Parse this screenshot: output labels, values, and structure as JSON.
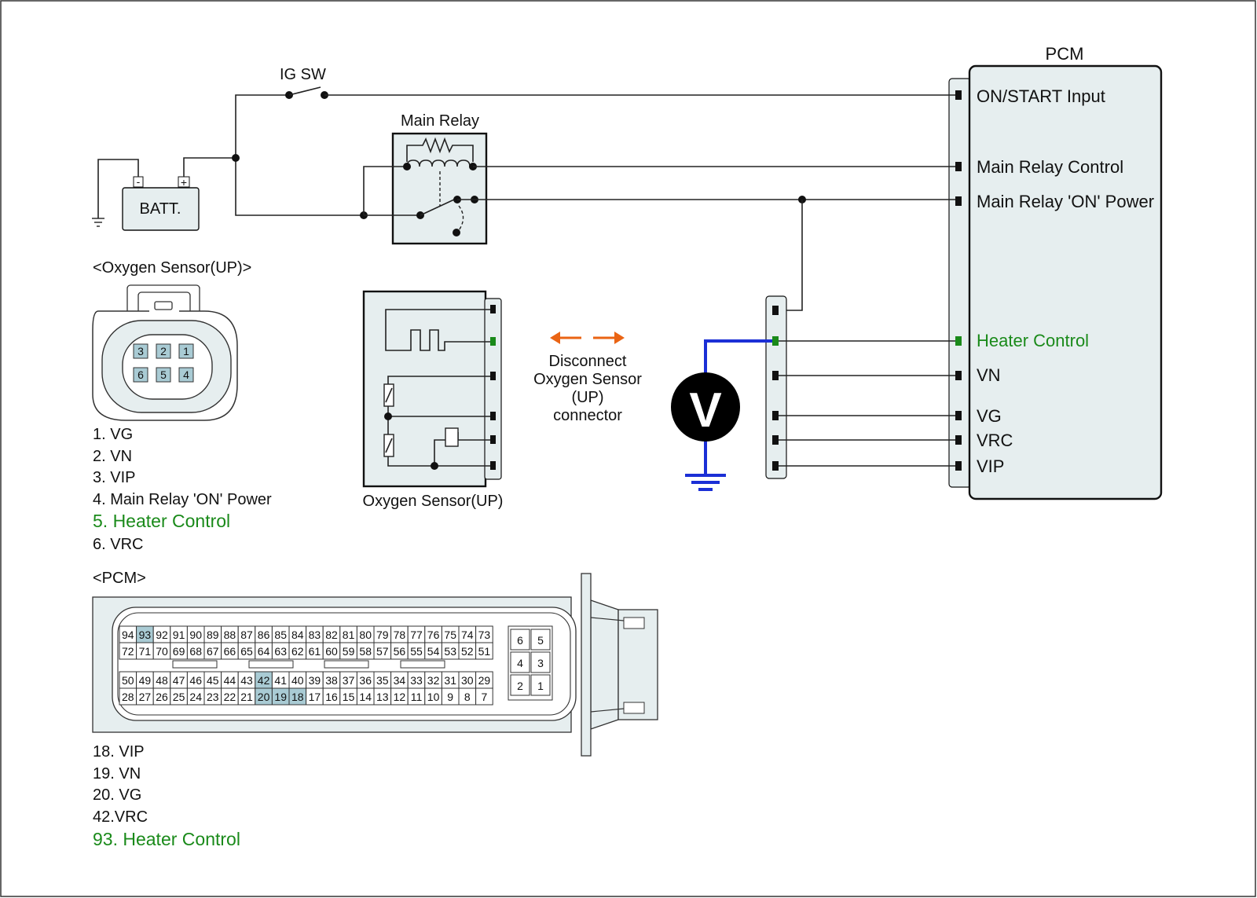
{
  "colors": {
    "panel_fill": "#e6eeef",
    "highlight_pin": "#a9cbd4",
    "heater_green": "#1a8a1a",
    "meter_wire": "#1b2fd6",
    "arrow_orange": "#ea6414"
  },
  "circuit": {
    "ig_sw": "IG SW",
    "main_relay": "Main Relay",
    "battery": "BATT.",
    "battery_neg": "-",
    "battery_pos": "+",
    "pcm_title": "PCM",
    "meter_symbol": "V",
    "pcm_pins": {
      "on_start": "ON/START Input",
      "relay_control": "Main Relay Control",
      "relay_power": "Main Relay 'ON' Power",
      "heater": "Heater Control",
      "vn": "VN",
      "vg": "VG",
      "vrc": "VRC",
      "vip": "VIP"
    },
    "sensor_label": "Oxygen Sensor(UP)",
    "instruction": [
      "Disconnect",
      "Oxygen Sensor",
      "(UP)",
      "connector"
    ]
  },
  "o2_connector": {
    "title": "<Oxygen Sensor(UP)>",
    "top_pins": [
      "3",
      "2",
      "1"
    ],
    "bottom_pins": [
      "6",
      "5",
      "4"
    ],
    "legend": [
      "1. VG",
      "2. VN",
      "3. VIP",
      "4. Main Relay 'ON' Power",
      "5. Heater Control",
      "6. VRC"
    ]
  },
  "pcm_connector": {
    "title": "<PCM>",
    "row1": [
      "94",
      "93",
      "92",
      "91",
      "90",
      "89",
      "88",
      "87",
      "86",
      "85",
      "84",
      "83",
      "82",
      "81",
      "80",
      "79",
      "78",
      "77",
      "76",
      "75",
      "74",
      "73"
    ],
    "row2": [
      "72",
      "71",
      "70",
      "69",
      "68",
      "67",
      "66",
      "65",
      "64",
      "63",
      "62",
      "61",
      "60",
      "59",
      "58",
      "57",
      "56",
      "55",
      "54",
      "53",
      "52",
      "51"
    ],
    "row3": [
      "50",
      "49",
      "48",
      "47",
      "46",
      "45",
      "44",
      "43",
      "42",
      "41",
      "40",
      "39",
      "38",
      "37",
      "36",
      "35",
      "34",
      "33",
      "32",
      "31",
      "30",
      "29"
    ],
    "row4": [
      "28",
      "27",
      "26",
      "25",
      "24",
      "23",
      "22",
      "21",
      "20",
      "19",
      "18",
      "17",
      "16",
      "15",
      "14",
      "13",
      "12",
      "11",
      "10",
      "9",
      "8",
      "7"
    ],
    "highlighted": [
      "93",
      "42",
      "20",
      "19",
      "18"
    ],
    "small_block": [
      [
        "6",
        "5"
      ],
      [
        "4",
        "3"
      ],
      [
        "2",
        "1"
      ]
    ],
    "legend": [
      "18. VIP",
      "19. VN",
      "20. VG",
      "42.VRC",
      "93. Heater Control"
    ]
  }
}
